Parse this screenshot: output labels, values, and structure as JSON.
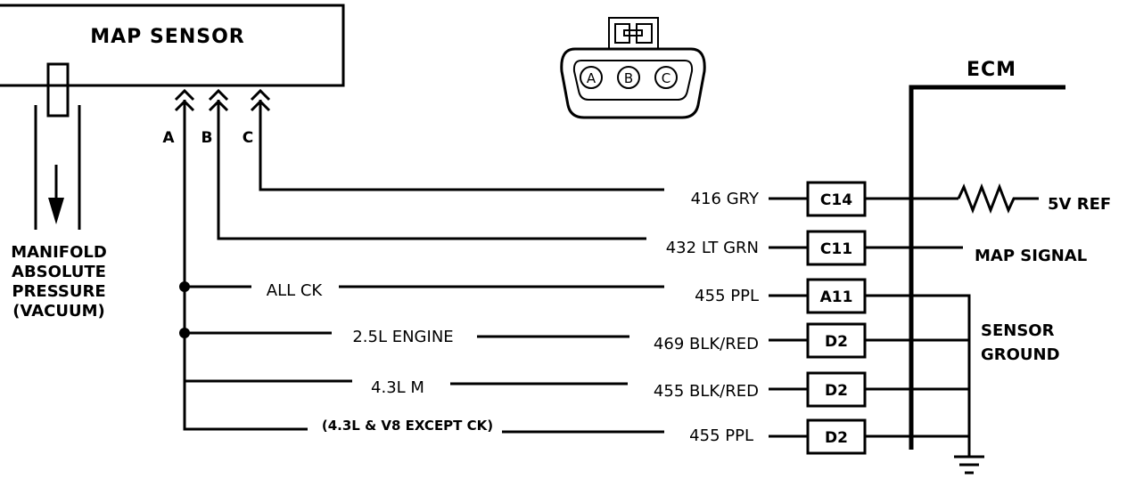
{
  "sensor": {
    "title": "MAP SENSOR",
    "pressure_label": [
      "MANIFOLD",
      "ABSOLUTE",
      "PRESSURE",
      "(VACUUM)"
    ],
    "pins": [
      "A",
      "B",
      "C"
    ]
  },
  "connector": {
    "pins": [
      "A",
      "B",
      "C"
    ]
  },
  "ecm": {
    "title": "ECM",
    "ref_label": "5V REF",
    "signal_label": "MAP SIGNAL",
    "ground_label": [
      "SENSOR",
      "GROUND"
    ]
  },
  "circuits": [
    {
      "wire": "416  GRY",
      "terminal": "C14"
    },
    {
      "wire": "432  LT GRN",
      "terminal": "C11"
    },
    {
      "variant": "ALL CK",
      "wire": "455  PPL",
      "terminal": "A11"
    },
    {
      "variant": "2.5L ENGINE",
      "wire": "469  BLK/RED",
      "terminal": "D2"
    },
    {
      "variant": "4.3L M",
      "wire": "455 BLK/RED",
      "terminal": "D2"
    },
    {
      "variant": "(4.3L & V8 EXCEPT CK)",
      "wire": "455 PPL",
      "terminal": "D2"
    }
  ]
}
